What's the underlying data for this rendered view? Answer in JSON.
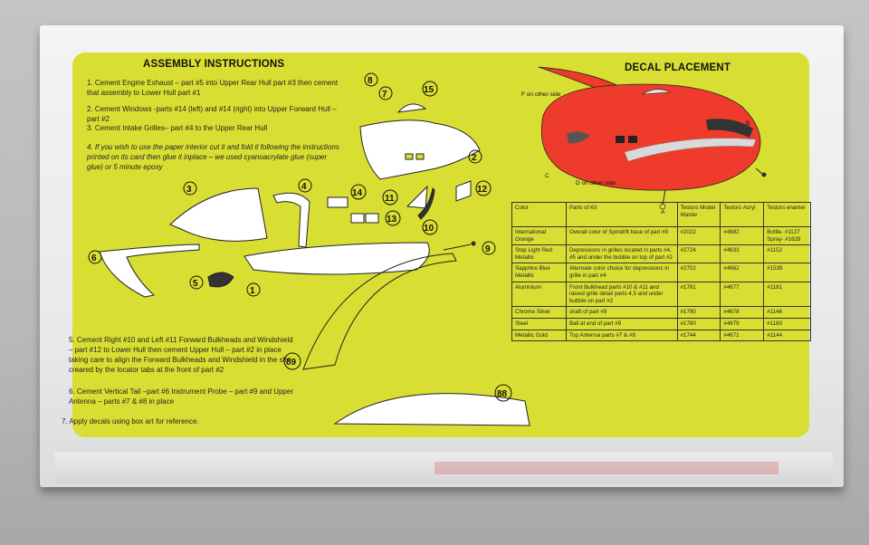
{
  "assembly": {
    "title": "ASSEMBLY INSTRUCTIONS",
    "steps": [
      "1.  Cement Engine Exhaust – part #5 into Upper Rear Hull part #3 then cement that assembly to Lower Hull part #1",
      "2.  Cement Windows -parts #14 (left) and #14 (right) into Upper Forward Hull – part #2",
      "3.  Cement Intake Grilles– part #4 to the Upper Rear Hull",
      "4.  If you wish to use the paper interior cut it and fold it following the instructions printed on its card then glue it inplace – we used cyanoacrylate glue (super glue) or 5 minute epoxy",
      "5.  Cement Right #10 and Left #11 Forward Bulkheads and Windshield – part #12 to Lower Hull then cement Upper Hull – part #2 in place taking care to align the Forward Bulkheads and Windshield in the slot creared by the locator tabs at the front of part #2",
      "6.  Cement Vertical Tail –part #6 Instrument Probe – part #9 and Upper Antenna – parts #7 & #8 in place",
      "7.  Apply decals using box art for reference."
    ]
  },
  "part_numbers": [
    "8",
    "7",
    "15",
    "2",
    "3",
    "4",
    "14",
    "11",
    "12",
    "13",
    "10",
    "9",
    "6",
    "5",
    "1",
    "89",
    "88"
  ],
  "decal": {
    "title": "DECAL PLACEMENT",
    "callouts": {
      "f": "F",
      "f_note": "on other side",
      "d": "D",
      "d_note": "on other side",
      "a": "A",
      "b": "B",
      "c": "C"
    },
    "columns": [
      "Color",
      "Parts of Kit",
      "Testors Model Master",
      "Testors Acryl",
      "Testors enamel"
    ],
    "rows": [
      [
        "International Orange",
        "Overall color of Spindrift base of part #9",
        "#2022",
        "#4682",
        "Bottle- #1127 Spray- #1628"
      ],
      [
        "Stop Light Red Metallic",
        "Depressions in grilles located in parts #4, #5 and under the bubble on top of part #2",
        "#2724",
        "#4633",
        "#1152"
      ],
      [
        "Sapphire Blue Metallic",
        "Alternate color choice for depressions in grille in part #4",
        "#2702",
        "#4662",
        "#1539"
      ],
      [
        "Aluminium",
        "Front Bulkhead parts #10 & #11 and raised grille detail parts 4,5 and under bubble on part #2",
        "#1781",
        "#4677",
        "#1181"
      ],
      [
        "Chrome Silver",
        "shaft of part #9",
        "#1790",
        "#4678",
        "#1146"
      ],
      [
        "Steel",
        "Ball at end of part #9",
        "#1780",
        "#4679",
        "#1180"
      ],
      [
        "Metallic Gold",
        "Top Antenna parts #7 & #8",
        "#1744",
        "#4671",
        "#1144"
      ]
    ]
  },
  "colors": {
    "panel": "#d9df32",
    "ship_red": "#ef3b2c",
    "stripe": "#d9d9d9"
  }
}
